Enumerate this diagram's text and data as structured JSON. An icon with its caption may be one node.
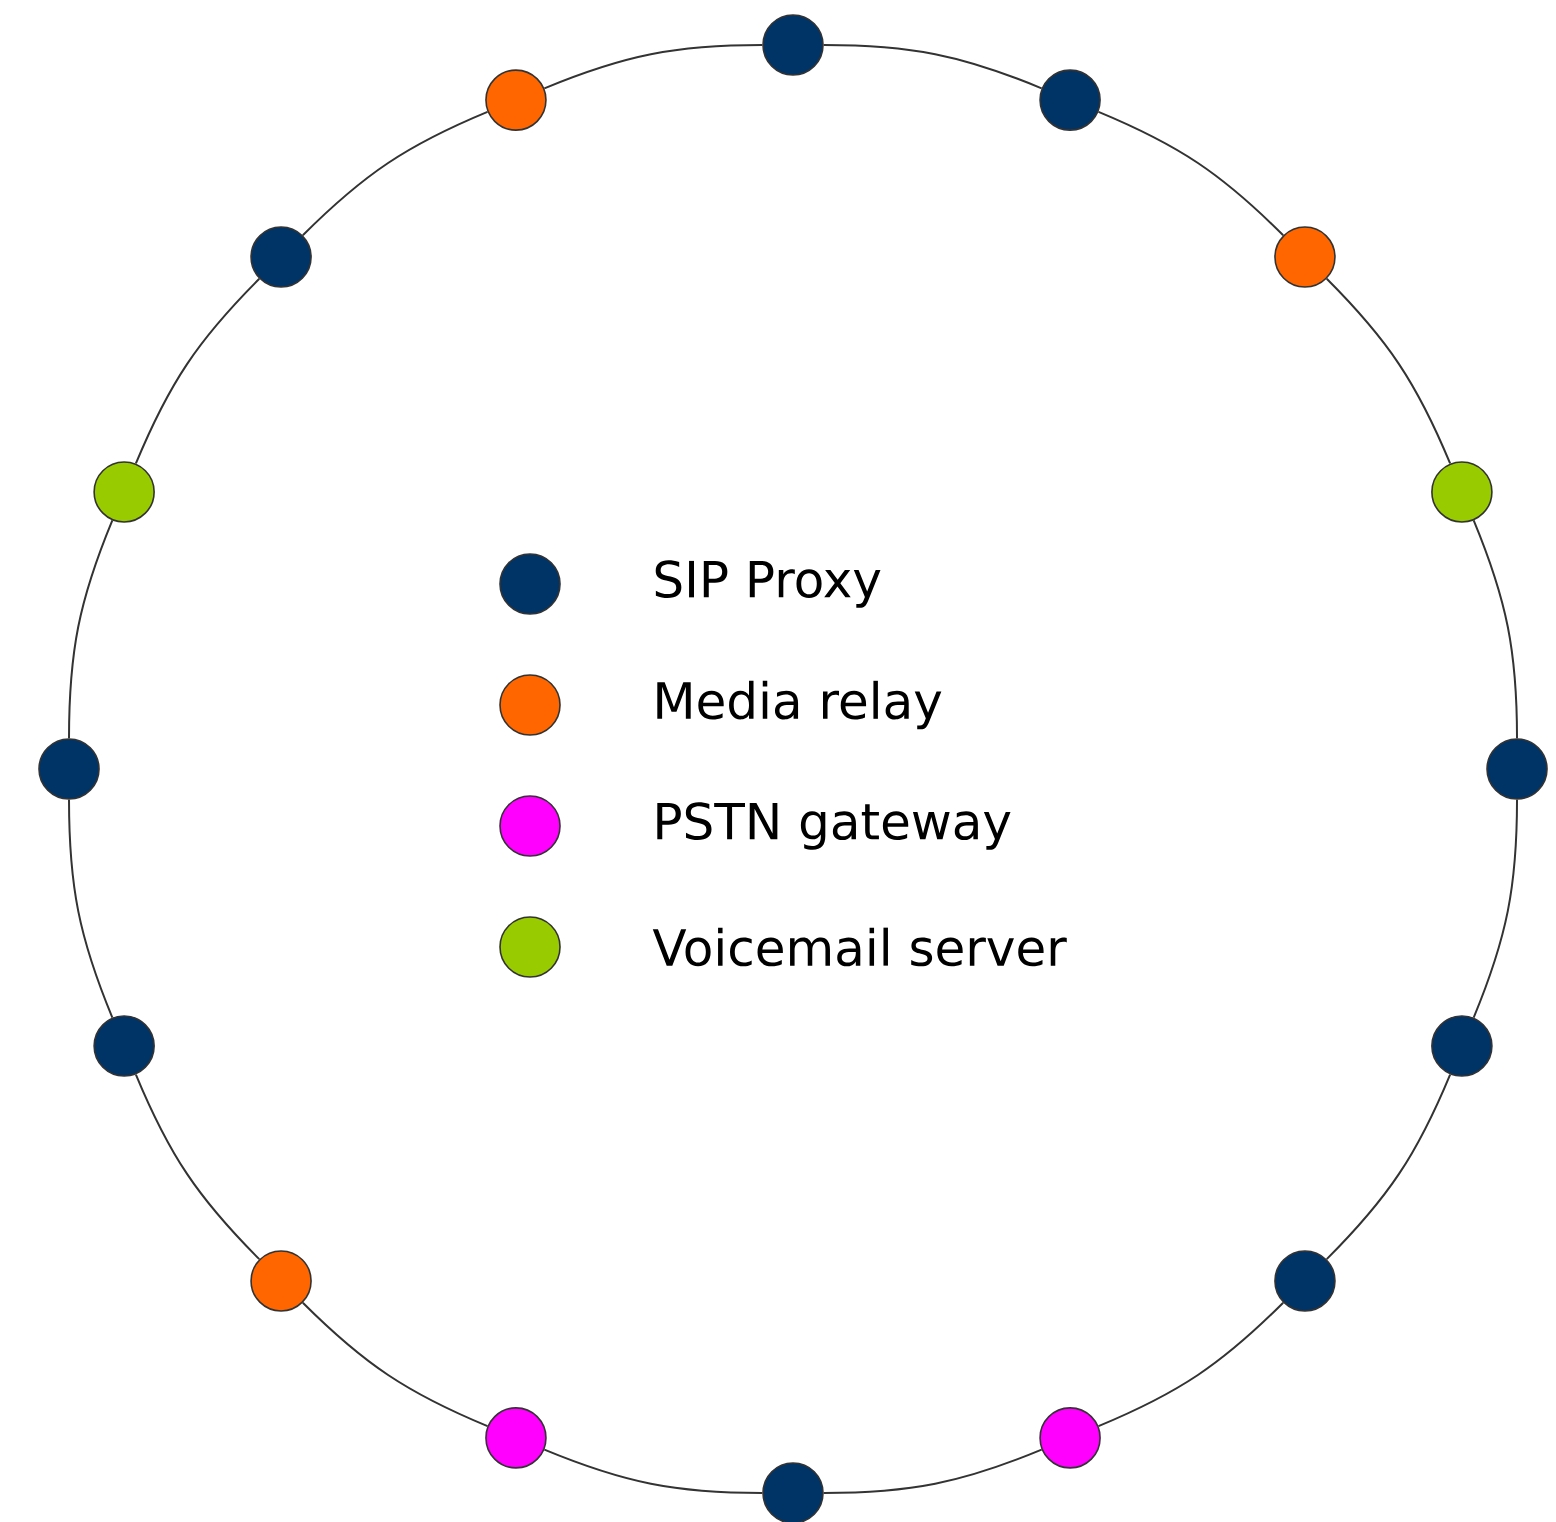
{
  "diagram": {
    "nodes": [
      {
        "text": [],
        "shape": "circle"
      },
      {
        "text": [],
        "shape": "circle"
      },
      {
        "text": [],
        "shape": "circle"
      },
      {
        "text": [],
        "shape": "circle"
      },
      {
        "text": [],
        "shape": "circle"
      },
      {
        "text": [],
        "shape": "circle"
      },
      {
        "text": [],
        "shape": "circle"
      },
      {
        "text": [],
        "shape": "circle"
      },
      {
        "text": [],
        "shape": "circle"
      },
      {
        "text": [],
        "shape": "circle"
      },
      {
        "text": [],
        "shape": "circle"
      },
      {
        "text": [],
        "shape": "circle"
      },
      {
        "text": [],
        "shape": "circle"
      },
      {
        "text": [],
        "shape": "circle"
      },
      {
        "text": [],
        "shape": "circle"
      },
      {
        "text": [],
        "shape": "circle"
      }
    ],
    "edges": [
      {
        "from": 0,
        "to": 1,
        "arrow": "none"
      },
      {
        "from": 1,
        "to": 2,
        "arrow": "none"
      },
      {
        "from": 2,
        "to": 3,
        "arrow": "none"
      },
      {
        "from": 3,
        "to": 4,
        "arrow": "none"
      },
      {
        "from": 4,
        "to": 5,
        "arrow": "none"
      },
      {
        "from": 5,
        "to": 6,
        "arrow": "none"
      },
      {
        "from": 6,
        "to": 7,
        "arrow": "none"
      },
      {
        "from": 7,
        "to": 8,
        "arrow": "none"
      },
      {
        "from": 8,
        "to": 9,
        "arrow": "none"
      },
      {
        "from": 9,
        "to": 10,
        "arrow": "none"
      },
      {
        "from": 10,
        "to": 11,
        "arrow": "none"
      },
      {
        "from": 11,
        "to": 12,
        "arrow": "none"
      },
      {
        "from": 12,
        "to": 13,
        "arrow": "none"
      },
      {
        "from": 13,
        "to": 14,
        "arrow": "none"
      },
      {
        "from": 14,
        "to": 15,
        "arrow": "none"
      },
      {
        "from": 15,
        "to": 0,
        "arrow": "none"
      }
    ],
    "legend": [
      {
        "text": "SIP Proxy",
        "color": "#003366"
      },
      {
        "text": "Media relay",
        "color": "#ff6600"
      },
      {
        "text": "PSTN gateway",
        "color": "#ff00ff"
      },
      {
        "text": "Voicemail server",
        "color": "#99cc00"
      }
    ]
  }
}
